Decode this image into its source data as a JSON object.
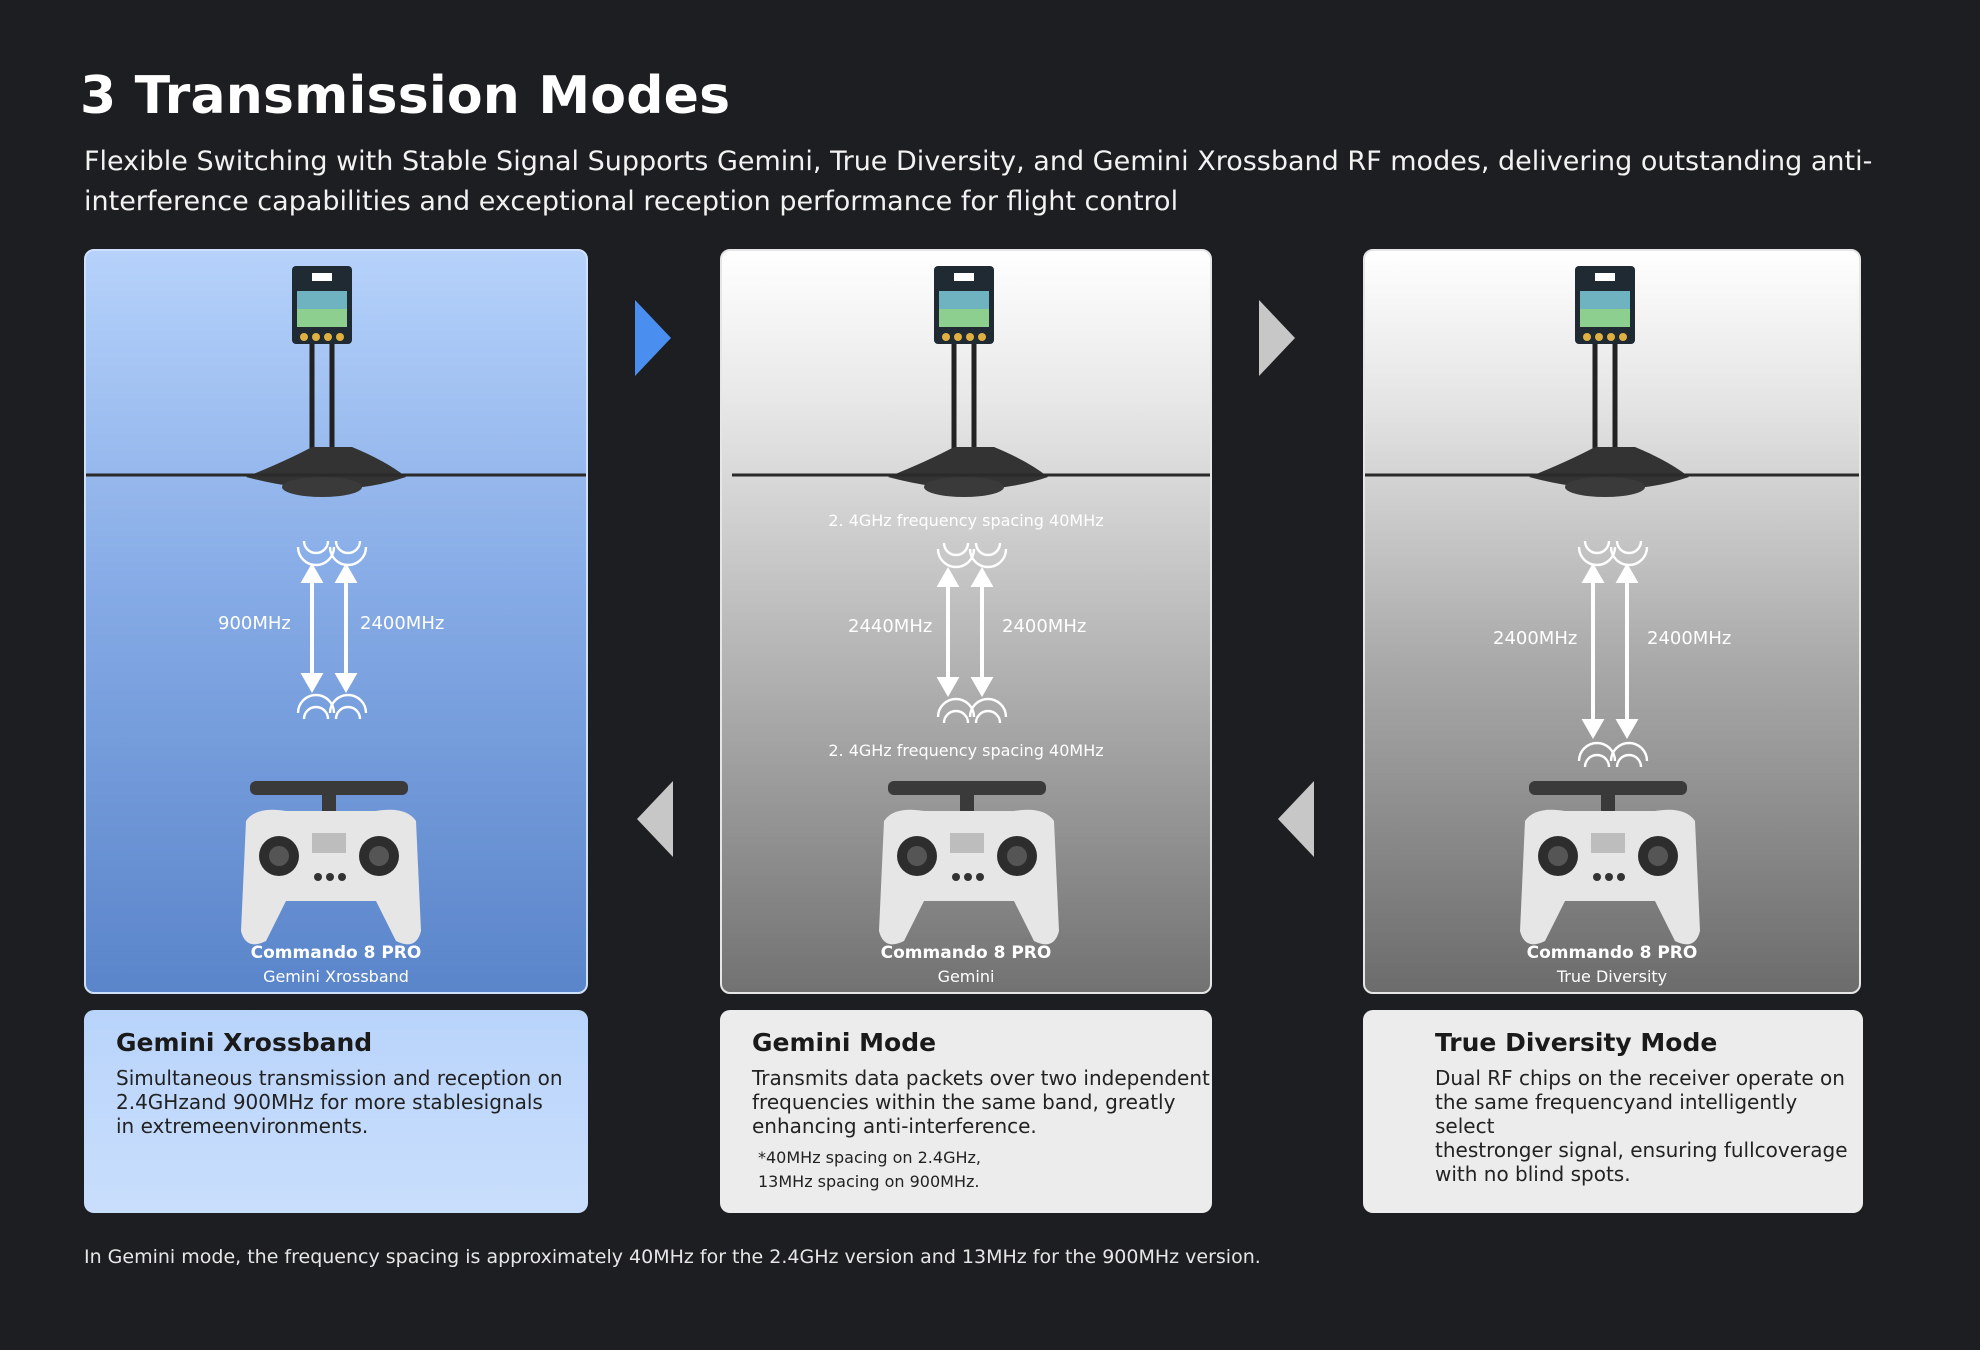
{
  "header": {
    "title": "3 Transmission Modes",
    "subtitle": "Flexible Switching with Stable Signal Supports Gemini, True Diversity, and Gemini Xrossband RF modes, delivering outstanding anti-interference capabilities and exceptional reception performance for flight control"
  },
  "panels": [
    {
      "left_freq": "900MHz",
      "right_freq": "2400MHz",
      "top_spacing": "",
      "bottom_spacing": "",
      "controller_name": "Commando 8 PRO",
      "controller_mode": "Gemini Xrossband"
    },
    {
      "left_freq": "2440MHz",
      "right_freq": "2400MHz",
      "top_spacing": "2. 4GHz frequency spacing 40MHz",
      "bottom_spacing": "2. 4GHz frequency spacing 40MHz",
      "controller_name": "Commando 8 PRO",
      "controller_mode": "Gemini"
    },
    {
      "left_freq": "2400MHz",
      "right_freq": "2400MHz",
      "top_spacing": "",
      "bottom_spacing": "",
      "controller_name": "Commando 8 PRO",
      "controller_mode": "True Diversity"
    }
  ],
  "cards": [
    {
      "title": "Gemini Xrossband",
      "desc_lines": [
        "Simultaneous transmission and reception on",
        "2.4GHzand 900MHz for more stablesignals",
        "in extremeenvironments."
      ],
      "note_lines": []
    },
    {
      "title": "Gemini Mode",
      "desc_lines": [
        "Transmits data packets over two independent",
        "frequencies within the same band, greatly",
        "enhancing anti-interference."
      ],
      "note_lines": [
        "*40MHz spacing on 2.4GHz,",
        "13MHz spacing on 900MHz."
      ]
    },
    {
      "title": "True Diversity Mode",
      "desc_lines": [
        "Dual RF chips on the receiver operate on",
        "the same frequencyand intelligently select",
        "thestronger signal, ensuring fullcoverage",
        "with no blind spots."
      ],
      "note_lines": []
    }
  ],
  "footer": {
    "note": "In Gemini mode, the frequency spacing is approximately 40MHz for the 2.4GHz version and 13MHz for the 900MHz version."
  },
  "colors": {
    "background": "#1d1e21",
    "active_arrow": "#4a8ff0",
    "inactive_arrow": "#c7c7c7"
  }
}
